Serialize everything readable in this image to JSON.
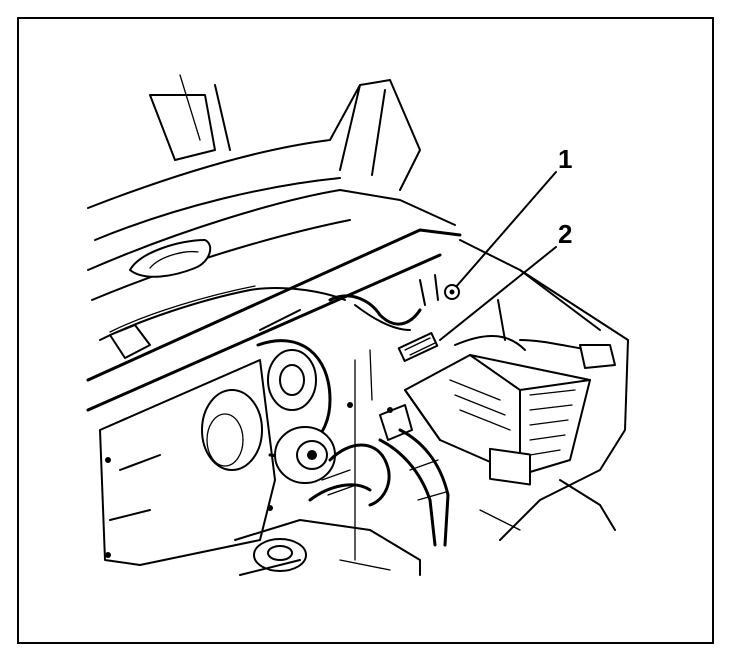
{
  "figure": {
    "colors": {
      "line": "#000000",
      "background": "#ffffff"
    },
    "callouts": [
      {
        "id": "1",
        "label": "1"
      },
      {
        "id": "2",
        "label": "2"
      }
    ]
  }
}
